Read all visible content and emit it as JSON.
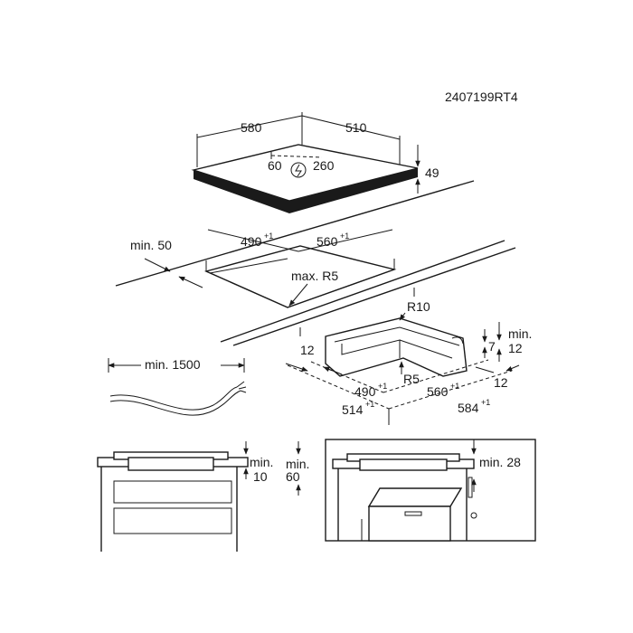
{
  "doc_code": "2407199RT4",
  "hob": {
    "width": "580",
    "depth": "510",
    "height": "49",
    "cable_left": "60",
    "cable_right": "260"
  },
  "cutout": {
    "min_edge": "min. 50",
    "width": "490",
    "width_tol": "+1",
    "depth": "560",
    "depth_tol": "+1",
    "radius": "max. R5"
  },
  "corner": {
    "outer_radius": "R10",
    "inner_radius": "R5",
    "left_edge": "12",
    "right_edge": "12",
    "min_label": "min.",
    "min_value": "12",
    "thickness": "7",
    "inner_width": "490",
    "inner_width_tol": "+1",
    "inner_depth": "560",
    "inner_depth_tol": "+1",
    "outer_width": "514",
    "outer_width_tol": "+1",
    "outer_depth": "584",
    "outer_depth_tol": "+1"
  },
  "cable": {
    "length": "min. 1500"
  },
  "drawer": {
    "gap_label": "min.",
    "gap_value": "10",
    "clear_label": "min.",
    "clear_value": "60"
  },
  "oven": {
    "clearance": "min. 28"
  }
}
